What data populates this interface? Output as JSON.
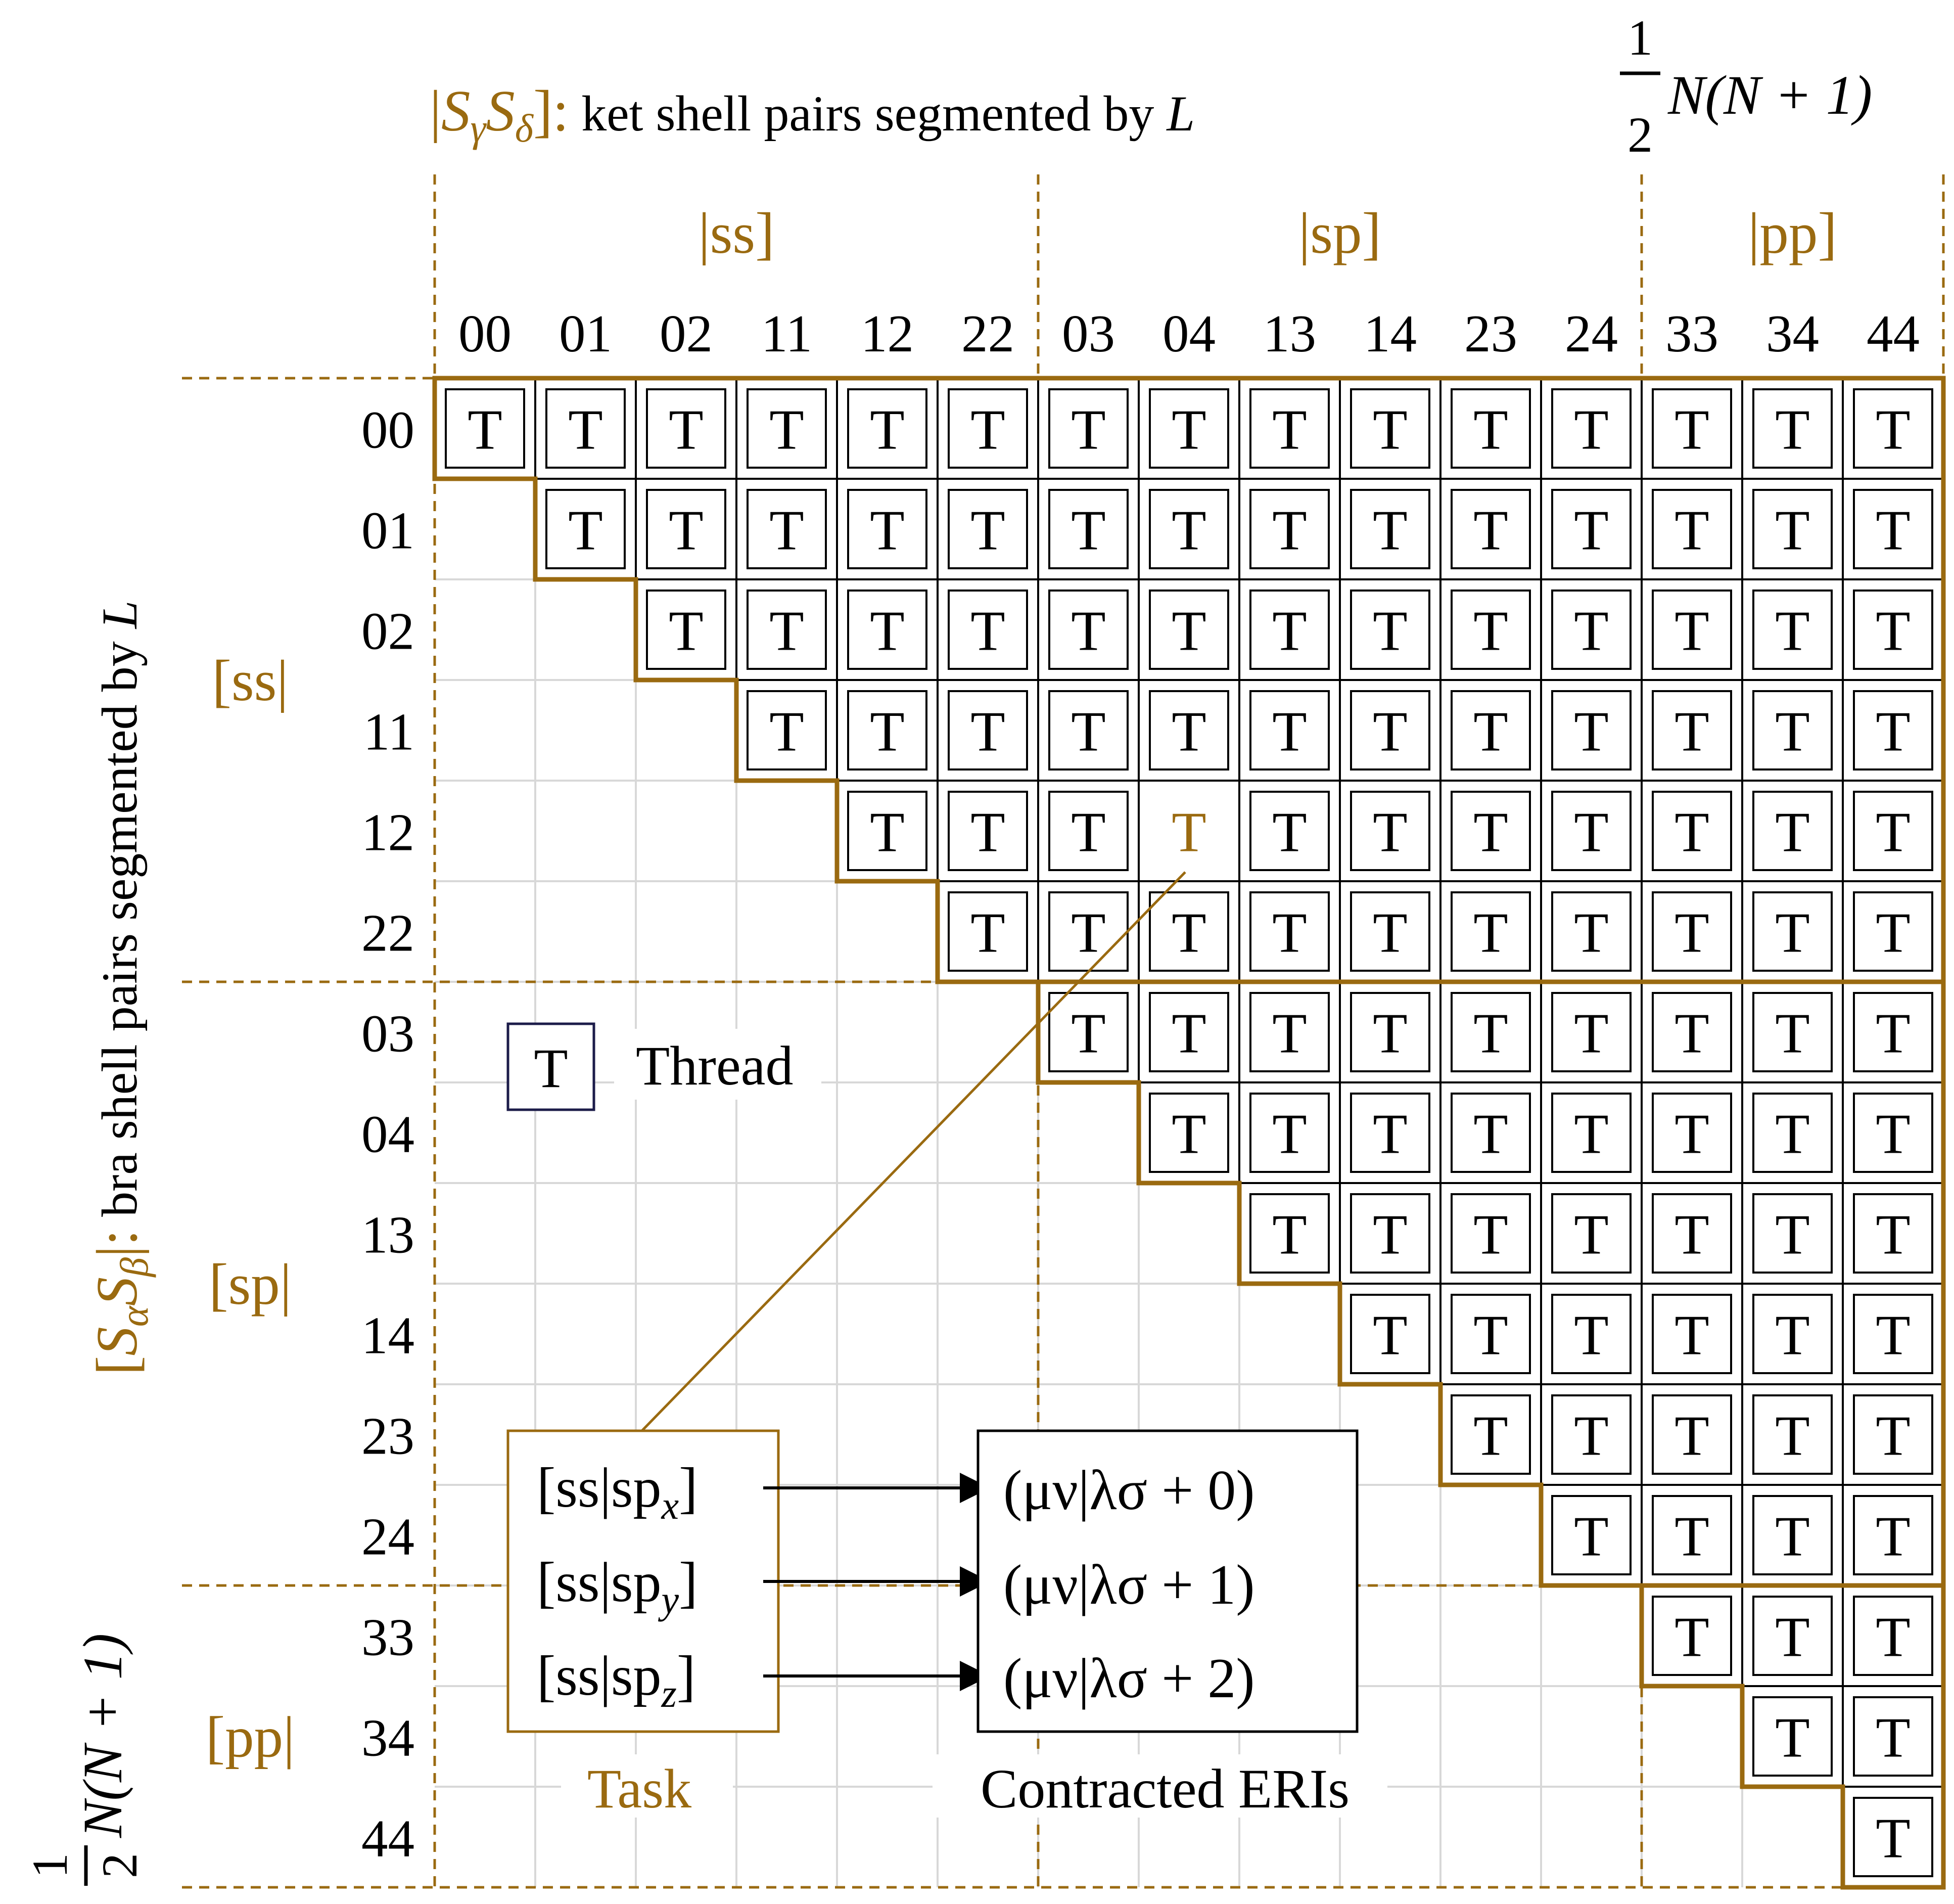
{
  "colors": {
    "brown": "#9a6a10",
    "black": "#000000",
    "grid": "#d8d8d8",
    "navy": "#1c1c4a"
  },
  "ket_header": {
    "symbol_left": "|",
    "symbol_mid": "S",
    "sub_gamma": "γ",
    "sub_delta": "δ",
    "symbol_right": "]",
    "colon": ":",
    "text": "ket shell pairs segmented by",
    "L": "L"
  },
  "bra_header": {
    "symbol_left": "[",
    "symbol_mid": "S",
    "sub_alpha": "α",
    "sub_beta": "β",
    "symbol_right": "|",
    "colon": ":",
    "text": "bra shell pairs segmented by",
    "L": "L"
  },
  "count_formula": {
    "numerator": "1",
    "denominator": "2",
    "expression": "N(N + 1)"
  },
  "ket_groups": [
    {
      "label": "|ss]",
      "columns": [
        "00",
        "01",
        "02",
        "11",
        "12",
        "22"
      ]
    },
    {
      "label": "|sp]",
      "columns": [
        "03",
        "04",
        "13",
        "14",
        "23",
        "24"
      ]
    },
    {
      "label": "|pp]",
      "columns": [
        "33",
        "34",
        "44"
      ]
    }
  ],
  "bra_groups": [
    {
      "label": "[ss|",
      "rows": [
        "00",
        "01",
        "02",
        "11",
        "12",
        "22"
      ]
    },
    {
      "label": "[sp|",
      "rows": [
        "03",
        "04",
        "13",
        "14",
        "23",
        "24"
      ]
    },
    {
      "label": "[pp|",
      "rows": [
        "33",
        "34",
        "44"
      ]
    }
  ],
  "thread_symbol": "T",
  "highlighted_cell": {
    "row": "12",
    "col": "04"
  },
  "legend": {
    "symbol": "T",
    "label": "Thread"
  },
  "task": {
    "title": "Task",
    "items": [
      {
        "text": "[ss|sp",
        "sub": "x",
        "close": "]"
      },
      {
        "text": "[ss|sp",
        "sub": "y",
        "close": "]"
      },
      {
        "text": "[ss|sp",
        "sub": "z",
        "close": "]"
      }
    ]
  },
  "eri": {
    "title": "Contracted ERIs",
    "items": [
      "(μν|λσ + 0)",
      "(μν|λσ + 1)",
      "(μν|λσ + 2)"
    ]
  }
}
